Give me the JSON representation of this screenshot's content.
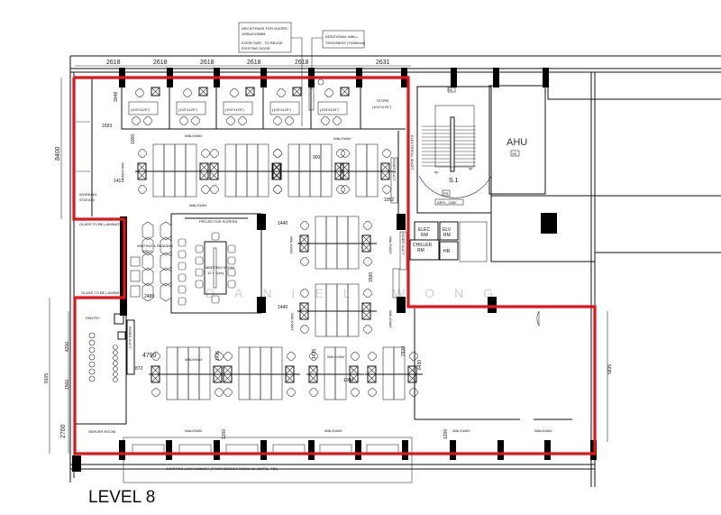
{
  "title": "LEVEL 8",
  "watermark": "DANIEL WONG",
  "colors": {
    "boundary": "#e0141c",
    "walls": "#111111"
  },
  "notes": {
    "architrave_1": "ARCHITRAVE FOR DOORS :",
    "architrave_2": "1000x2100MM",
    "door_1": "DOOR SIZE : TO REUSE",
    "door_2": "EXISTING DOOR",
    "wall_1": "ADDITIONAL WALL",
    "wall_2": "THICKNESS (75x50mm)"
  },
  "rooms": {
    "office_size": "(103\"x120\")",
    "store": "STORE",
    "store_size": "(104\"x120\")",
    "walkway": "WALKWAY",
    "working_station_1": "WORKING",
    "working_station_2": "STATION",
    "glass_laminated": "GLASS TO BE LAMINATED",
    "pantry": "PANTRY",
    "riser_duct": "RISER DUCT",
    "waiting_area_1": "WAITING & READING",
    "waiting_area_2": "AREA",
    "projector_screen": "PROJECTOR SCREEN",
    "meeting_room_1": "MEETING ROOM",
    "meeting_room_2": "12 + 1(ex)",
    "server_room": "SERVER ROOM",
    "electrical_shaft": "ELECTRICAL SHAFT",
    "ahu": "AHU",
    "sk": "SK",
    "stair": "S.1",
    "up": "up",
    "fr": "FR",
    "fr_tag": "ARFL_2450",
    "elec_rm_1": "ELEC",
    "elec_rm_2": "RM",
    "elv_rm_1": "ELV",
    "elv_rm_2": "RM",
    "chiller_rm_1": "CHILLER",
    "chiller_rm_2": "RM",
    "hr": "HR",
    "cabinet": "EXISTING LOW CABINET (FROM BOSSES ROOM-12 UNITS) -TBC"
  },
  "dimensions": {
    "top": [
      "2618",
      "2618",
      "2618",
      "2618",
      "2618",
      "2631"
    ],
    "d8400": "8400",
    "d3048": "3048",
    "d1693": "1693",
    "d1000a": "1000",
    "d1413": "1413",
    "d900": "900",
    "d1052": "1052",
    "d1440a": "1440",
    "d1440b": "1440",
    "d1500a": "1500",
    "d2480": "2480",
    "d4790": "4790",
    "d872": "872",
    "d1435a": "1435",
    "d1435b": "1435",
    "d1000b": "1000",
    "d2930": "2930",
    "d6430": "6430",
    "d5835": "5835",
    "d1200a": "1200",
    "d1200b": "1200",
    "d9105": "9105",
    "d4200": "4200",
    "d1500b": "1500",
    "d2700": "2700"
  }
}
